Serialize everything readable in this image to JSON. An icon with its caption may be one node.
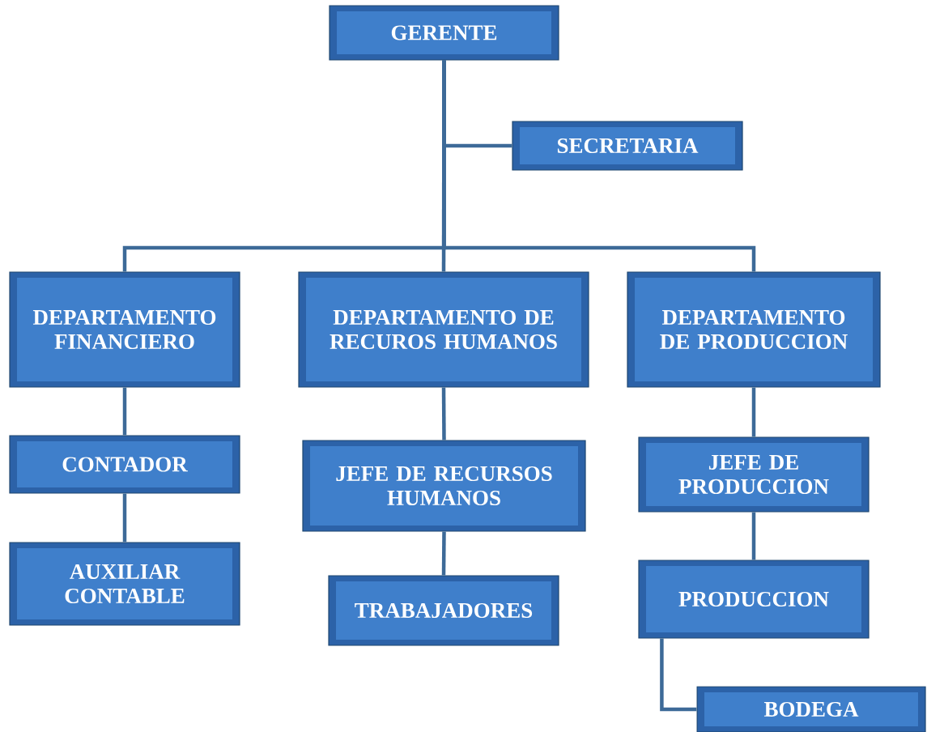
{
  "diagram": {
    "nodes": [
      {
        "text": [
          "GERENTE"
        ]
      },
      {
        "text": [
          "SECRETARIA"
        ]
      },
      {
        "text": [
          "DEPARTAMENTO FINANCIERO"
        ]
      },
      {
        "text": [
          "DEPARTAMENTO DE RECUROS HUMANOS"
        ]
      },
      {
        "text": [
          "DEPARTAMENTO DE PRODUCCION"
        ]
      },
      {
        "text": [
          "CONTADOR"
        ]
      },
      {
        "text": [
          "AUXILIAR CONTABLE"
        ]
      },
      {
        "text": [
          "JEFE DE RECURSOS HUMANOS"
        ]
      },
      {
        "text": [
          "TRABAJADORES"
        ]
      },
      {
        "text": [
          "JEFE DE PRODUCCION"
        ]
      },
      {
        "text": [
          "PRODUCCION"
        ]
      },
      {
        "text": [
          "BODEGA"
        ]
      }
    ],
    "edges": [
      {
        "from": 0,
        "to": 1,
        "arrow": "none"
      },
      {
        "from": 0,
        "to": 2,
        "arrow": "none"
      },
      {
        "from": 0,
        "to": 3,
        "arrow": "none"
      },
      {
        "from": 0,
        "to": 4,
        "arrow": "none"
      },
      {
        "from": 2,
        "to": 5,
        "arrow": "none"
      },
      {
        "from": 5,
        "to": 6,
        "arrow": "none"
      },
      {
        "from": 3,
        "to": 7,
        "arrow": "none"
      },
      {
        "from": 7,
        "to": 8,
        "arrow": "none"
      },
      {
        "from": 4,
        "to": 9,
        "arrow": "none"
      },
      {
        "from": 9,
        "to": 10,
        "arrow": "none"
      },
      {
        "from": 10,
        "to": 11,
        "arrow": "none"
      }
    ]
  }
}
